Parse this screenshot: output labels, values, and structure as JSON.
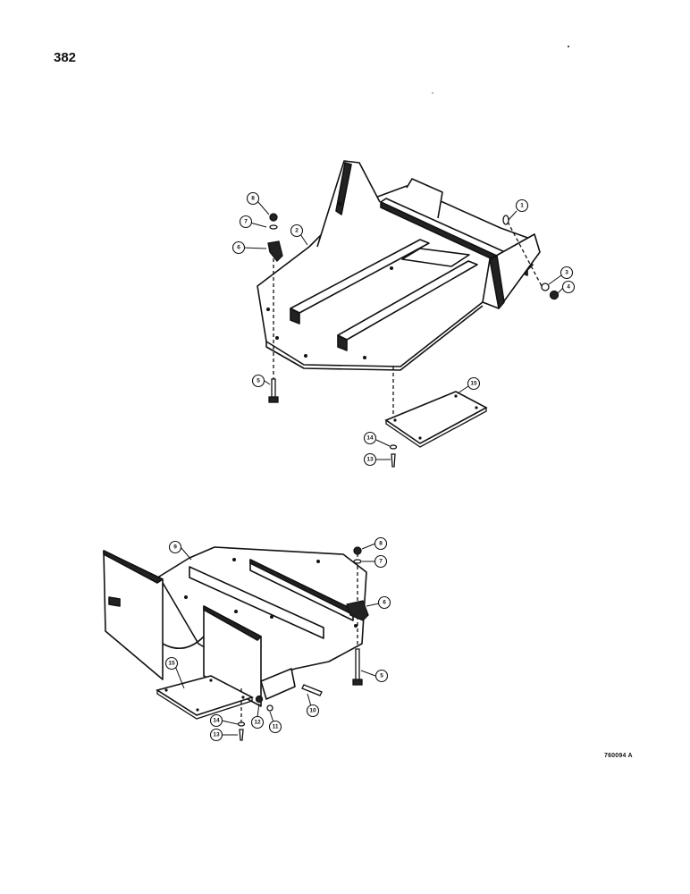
{
  "page": {
    "number": "382",
    "drawing_code": "760094 A"
  },
  "upper_assembly": {
    "callouts": [
      "1",
      "2",
      "3",
      "4",
      "5",
      "6",
      "7",
      "8",
      "13",
      "14",
      "15"
    ]
  },
  "lower_assembly": {
    "callouts": [
      "5",
      "6",
      "7",
      "8",
      "9",
      "10",
      "11",
      "12",
      "13",
      "14",
      "15"
    ]
  }
}
